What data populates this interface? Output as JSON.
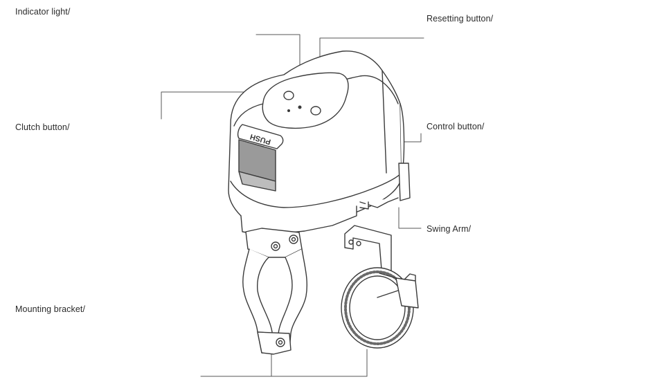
{
  "labels": {
    "indicator_light": "Indicator light/",
    "resetting_button": "Resetting button/",
    "clutch_button": "Clutch button/",
    "control_button": "Control button/",
    "swing_arm": "Swing Arm/",
    "mounting_bracket": "Mounting bracket/"
  },
  "device": {
    "push_text": "PUSH"
  },
  "colors": {
    "line": "#3a3a3a",
    "text": "#2a2a2a"
  }
}
